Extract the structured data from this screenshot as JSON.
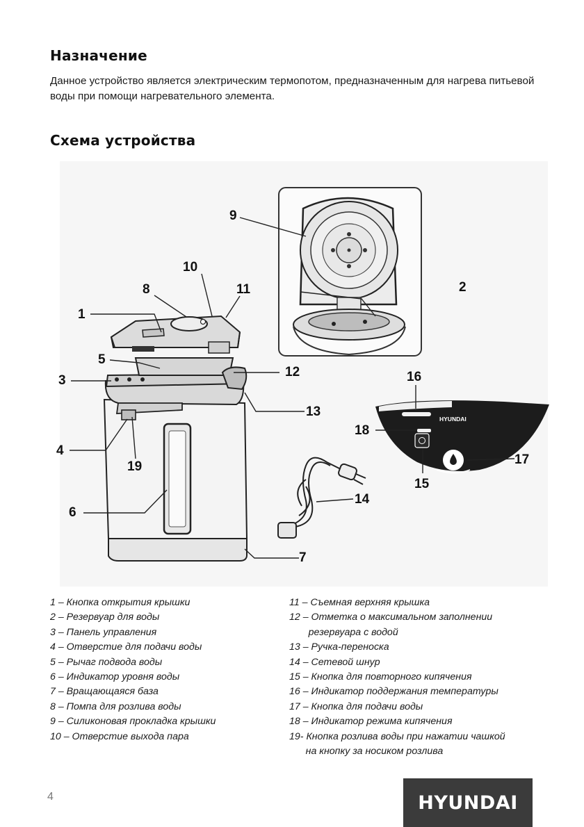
{
  "heading_purpose": "Назначение",
  "intro_text": "Данное устройство является электрическим термопотом, предназначенным для нагрева питьевой воды при помощи нагревательного элемента.",
  "heading_scheme": "Схема устройства",
  "diagram": {
    "callouts": [
      "1",
      "2",
      "3",
      "4",
      "5",
      "6",
      "7",
      "8",
      "9",
      "10",
      "11",
      "12",
      "13",
      "14",
      "15",
      "16",
      "17",
      "18",
      "19"
    ],
    "panel_brand": "HYUNDAI"
  },
  "legend_left": [
    "1 – Кнопка открытия крышки",
    "2 – Резервуар для воды",
    "3 – Панель управления",
    "4 – Отверстие для подачи воды",
    "5 – Рычаг подвода воды",
    "6 – Индикатор уровня воды",
    "7 – Вращающаяся база",
    "8 – Помпа для розлива воды",
    "9 – Силиконовая прокладка крышки",
    "10 – Отверстие выхода пара"
  ],
  "legend_right": [
    "11 – Съемная верхняя крышка",
    "12 – Отметка о максимальном заполнении",
    "       резервуара с водой",
    "13 – Ручка-переноска",
    "14 – Сетевой шнур",
    "15 – Кнопка для повторного кипячения",
    "16 – Индикатор поддержания температуры",
    "17 – Кнопка для подачи воды",
    "18 – Индикатор режима кипячения",
    "19- Кнопка розлива воды при нажатии чашкой",
    "      на кнопку за носиком розлива"
  ],
  "page_number": "4",
  "brand_logo": "HYUNDAI"
}
